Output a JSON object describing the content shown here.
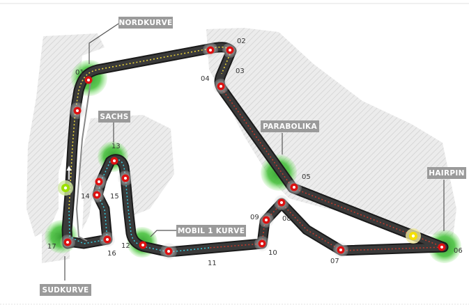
{
  "map": {
    "corner_labels": {
      "nordkurve": "NORDKURVE",
      "sachs": "SACHS",
      "parabolika": "PARABOLIKA",
      "hairpin": "HAIRPIN",
      "mobil1": "MOBIL 1 KURVE",
      "sudkurve": "SUDKURVE"
    },
    "turn_numbers": [
      "01",
      "02",
      "03",
      "04",
      "05",
      "06",
      "07",
      "08",
      "09",
      "10",
      "11",
      "12",
      "13",
      "14",
      "15",
      "16",
      "17"
    ],
    "colors": {
      "track": "#333333",
      "track_edge": "#111111",
      "runoff": "#e6e6e6",
      "hatch": "#c8c8c8",
      "zone_green": "#45c93a",
      "marker_red": "#dd1111",
      "label_bg": "#9a9a9a",
      "sector_yellow": "#e8d23a",
      "sector_red": "#c0392b",
      "sector_cyan": "#38c6d6",
      "start_marker": "#9be000",
      "yellow_marker": "#f5e000"
    }
  }
}
